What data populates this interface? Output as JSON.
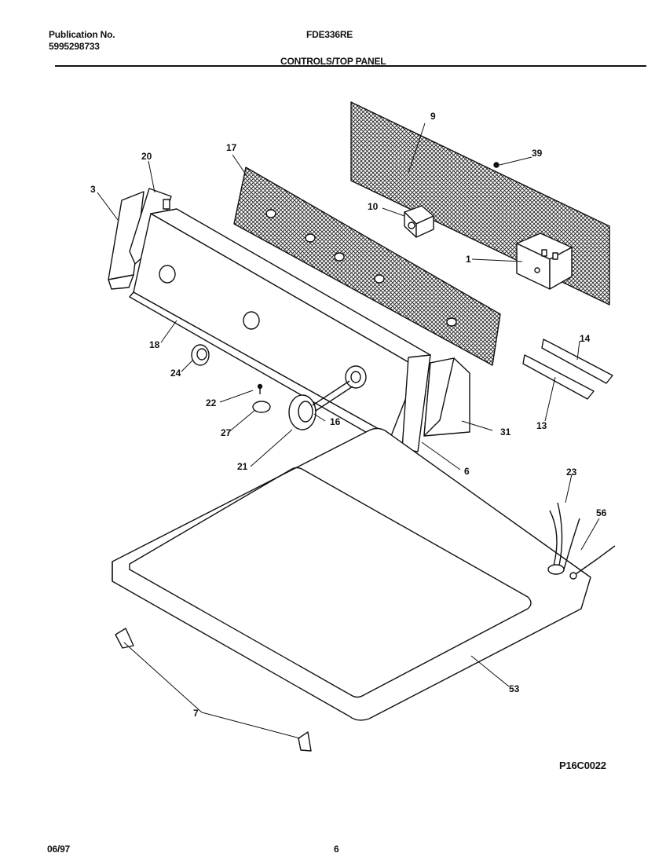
{
  "header": {
    "publication_label": "Publication No.",
    "publication_number": "5995298733",
    "model": "FDE336RE",
    "section_title": "CONTROLS/TOP PANEL"
  },
  "diagram": {
    "drawing_code": "P16C0022",
    "callouts": [
      "1",
      "3",
      "6",
      "7",
      "9",
      "10",
      "13",
      "14",
      "16",
      "17",
      "18",
      "20",
      "21",
      "22",
      "23",
      "24",
      "27",
      "31",
      "39",
      "53",
      "56"
    ]
  },
  "footer": {
    "date": "06/97",
    "page": "6"
  }
}
